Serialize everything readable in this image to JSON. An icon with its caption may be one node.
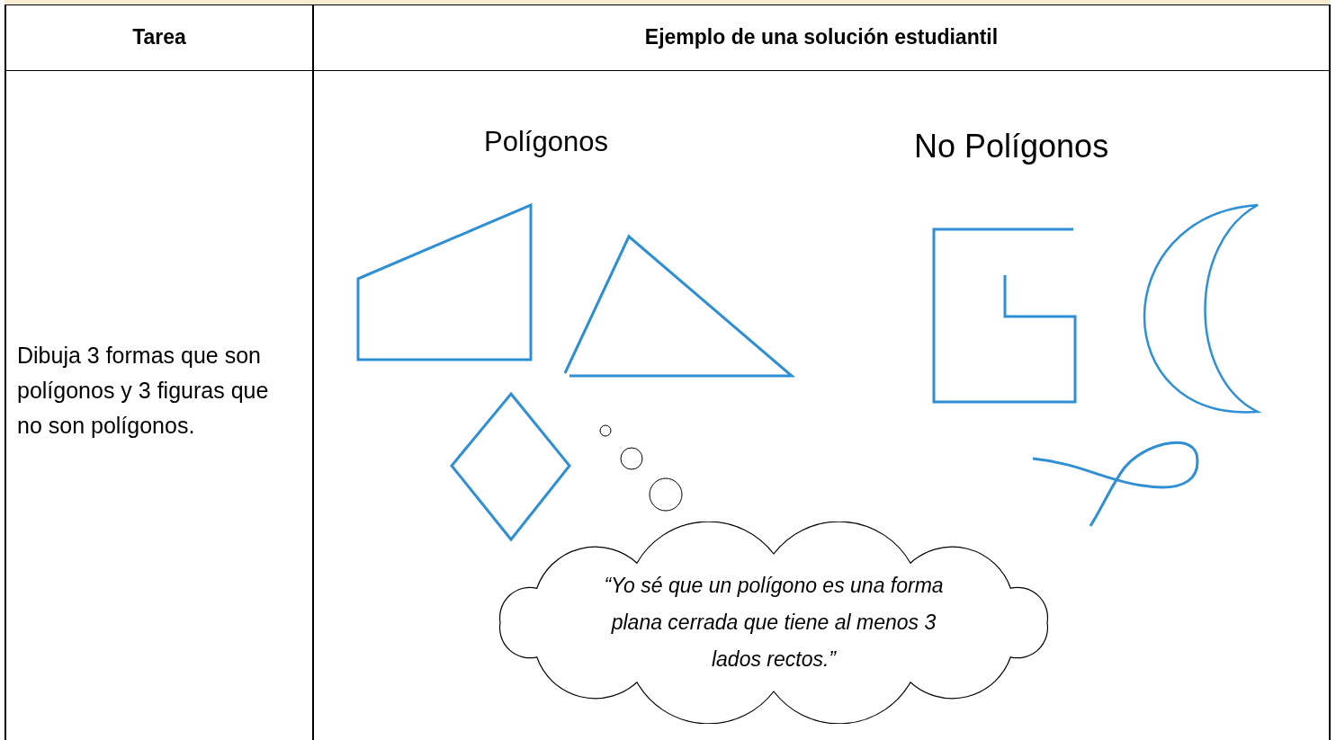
{
  "diagram": {
    "nodes": [
      {
        "text": [
          "“Yo sé que un polígono es una forma plana cerrada que tiene al menos 3 lados rectos.”"
        ]
      }
    ],
    "edges": [],
    "labels": [
      "Tarea",
      "Ejemplo de una solución estudiantil",
      "Dibuja 3 formas que son polígonos y 3 figuras que no son polígonos.",
      "Polígonos",
      "No Polígonos"
    ]
  }
}
